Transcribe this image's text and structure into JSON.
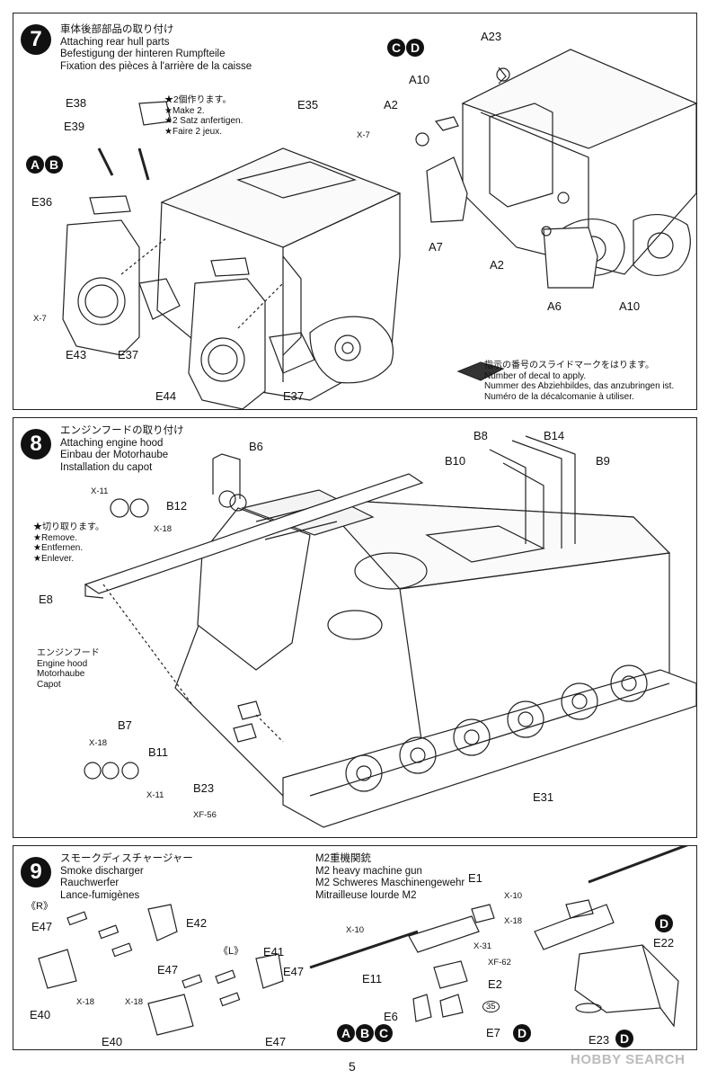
{
  "step7": {
    "number": "7",
    "title_jp": "車体後部部品の取り付け",
    "title_en": "Attaching rear hull parts",
    "title_de": "Befestigung der hinteren Rumpfteile",
    "title_fr": "Fixation des pièces à l'arrière de la caisse",
    "note_jp": "★2個作ります。",
    "note_en": "★Make 2.",
    "note_de": "★2 Satz anfertigen.",
    "note_fr": "★Faire 2 jeux.",
    "variant_left": [
      "A",
      "B"
    ],
    "variant_right": [
      "C",
      "D"
    ],
    "labels": {
      "e38": "E38",
      "e39": "E39",
      "e36": "E36",
      "e43": "E43",
      "e37a": "E37",
      "e44": "E44",
      "e37b": "E37",
      "e35": "E35",
      "x7a": "X-7",
      "a23": "A23",
      "a10a": "A10",
      "a2a": "A2",
      "x7b": "X-7",
      "a7": "A7",
      "a2b": "A2",
      "a6": "A6",
      "a10b": "A10"
    },
    "decal_jp": "指示の番号のスライドマークをはります。",
    "decal_en": "Number of decal to apply.",
    "decal_de": "Nummer des Abziehbildes, das anzubringen ist.",
    "decal_fr": "Numéro de la décalcomanie à utiliser."
  },
  "step8": {
    "number": "8",
    "title_jp": "エンジンフードの取り付け",
    "title_en": "Attaching engine hood",
    "title_de": "Einbau der Motorhaube",
    "title_fr": "Installation du capot",
    "remove_jp": "★切り取ります。",
    "remove_en": "★Remove.",
    "remove_de": "★Entfernen.",
    "remove_fr": "★Enlever.",
    "hood_jp": "エンジンフード",
    "hood_en": "Engine hood",
    "hood_de": "Motorhaube",
    "hood_fr": "Capot",
    "labels": {
      "b6": "B6",
      "b12": "B12",
      "e8": "E8",
      "b8": "B8",
      "b14": "B14",
      "b10": "B10",
      "b9": "B9",
      "b7": "B7",
      "b11": "B11",
      "b23": "B23",
      "e31": "E31",
      "x11a": "X-11",
      "x18a": "X-18",
      "x18b": "X-18",
      "x11b": "X-11",
      "xf56": "XF-56"
    }
  },
  "step9": {
    "number": "9",
    "title_jp": "スモークディスチャージャー",
    "title_en": "Smoke discharger",
    "title_de": "Rauchwerfer",
    "title_fr": "Lance-fumigènes",
    "side_r": "《R》",
    "side_l": "《L》",
    "mg_jp": "M2重機関銃",
    "mg_en": "M2 heavy machine gun",
    "mg_de": "M2 Schweres Maschinengewehr",
    "mg_fr": "Mitrailleuse lourde M2",
    "labels": {
      "e47a": "E47",
      "e42": "E42",
      "e47b": "E47",
      "x18a": "X-18",
      "e40a": "E40",
      "e41": "E41",
      "e47c": "E47",
      "x18b": "X-18",
      "e40b": "E40",
      "e47d": "E47",
      "e1": "E1",
      "x10a": "X-10",
      "x18c": "X-18",
      "x10b": "X-10",
      "x31": "X-31",
      "xf62": "XF-62",
      "e11": "E11",
      "e2": "E2",
      "e6": "E6",
      "e7": "E7",
      "decal35": "35",
      "d1": "D",
      "e22": "E22",
      "e23": "E23",
      "d2": "D",
      "d3": "D"
    },
    "variant_mg": [
      "A",
      "B",
      "C"
    ]
  },
  "footer": {
    "page": "5",
    "watermark": "HOBBY SEARCH"
  }
}
